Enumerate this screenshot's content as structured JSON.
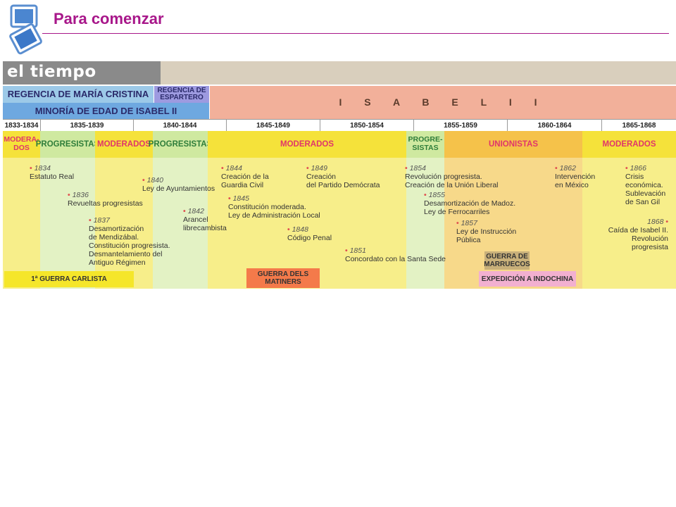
{
  "slide": {
    "title": "Para comenzar"
  },
  "timeline": {
    "header": "el tiempo",
    "regencias": [
      {
        "label": "REGENCIA DE MARÍA CRISTINA"
      },
      {
        "label": "REGENCIA DE ESPARTERO"
      },
      {
        "label": "MINORÍA DE EDAD DE ISABEL II"
      },
      {
        "label": "I S A B E L   I I"
      }
    ],
    "years": [
      "1833-1834",
      "1835-1839",
      "1840-1844",
      "1845-1849",
      "1850-1854",
      "1855-1859",
      "1860-1864",
      "1865-1868"
    ],
    "parties": [
      {
        "label": "MODERA-DOS",
        "color": "#f5e23a",
        "text": "#e0356a"
      },
      {
        "label": "PROGRESISTAS",
        "color": "#cfe9a0",
        "text": "#2e7d3a"
      },
      {
        "label": "MODERADOS",
        "color": "#f5e23a",
        "text": "#e0356a"
      },
      {
        "label": "PROGRESISTAS",
        "color": "#cfe9a0",
        "text": "#2e7d3a"
      },
      {
        "label": "MODERADOS",
        "color": "#f5e23a",
        "text": "#e0356a"
      },
      {
        "label": "PROGRE-SISTAS",
        "color": "#cfe9a0",
        "text": "#2e7d3a"
      },
      {
        "label": "UNIONISTAS",
        "color": "#f5c24a",
        "text": "#e0356a"
      },
      {
        "label": "MODERADOS",
        "color": "#f5e23a",
        "text": "#e0356a"
      }
    ],
    "events": [
      {
        "year": "1834",
        "text": [
          "Estatuto Real"
        ]
      },
      {
        "year": "1836",
        "text": [
          "Revueltas progresistas"
        ]
      },
      {
        "year": "1837",
        "text": [
          "Desamortización",
          "de Mendizábal.",
          "Constitución progresista.",
          "Desmantelamiento del",
          "Antiguo Régimen"
        ]
      },
      {
        "year": "1840",
        "text": [
          "Ley de Ayuntamientos"
        ]
      },
      {
        "year": "1842",
        "text": [
          "Arancel",
          "librecambista"
        ]
      },
      {
        "year": "1844",
        "text": [
          "Creación de la",
          "Guardia Civil"
        ]
      },
      {
        "year": "1845",
        "text": [
          "Constitución moderada.",
          "Ley de Administración Local"
        ]
      },
      {
        "year": "1848",
        "text": [
          "Código Penal"
        ]
      },
      {
        "year": "1849",
        "text": [
          "Creación",
          "del Partido Demócrata"
        ]
      },
      {
        "year": "1851",
        "text": [
          "Concordato con la Santa Sede"
        ]
      },
      {
        "year": "1854",
        "text": [
          "Revolución progresista.",
          "Creación de la Unión Liberal"
        ]
      },
      {
        "year": "1855",
        "text": [
          "Desamortización de Madoz.",
          "Ley de Ferrocarriles"
        ]
      },
      {
        "year": "1857",
        "text": [
          "Ley de Instrucción",
          "Pública"
        ]
      },
      {
        "year": "1862",
        "text": [
          "Intervención",
          "en México"
        ]
      },
      {
        "year": "1866",
        "text": [
          "Crisis",
          "económica.",
          "Sublevación",
          "de San Gil"
        ]
      },
      {
        "year": "1868",
        "text": [
          "Caída de Isabel II.",
          "Revolución",
          "progresista"
        ]
      }
    ],
    "wars": [
      {
        "label": "1ª GUERRA CARLISTA",
        "color": "#f5e62a"
      },
      {
        "label": "GUERRA DELS MATINERS",
        "color": "#f47a4a"
      },
      {
        "label": "GUERRA DE MARRUECOS",
        "color": "#c8b07a"
      },
      {
        "label": "EXPEDICIÓN A INDOCHINA",
        "color": "#f2b0d0"
      }
    ]
  }
}
